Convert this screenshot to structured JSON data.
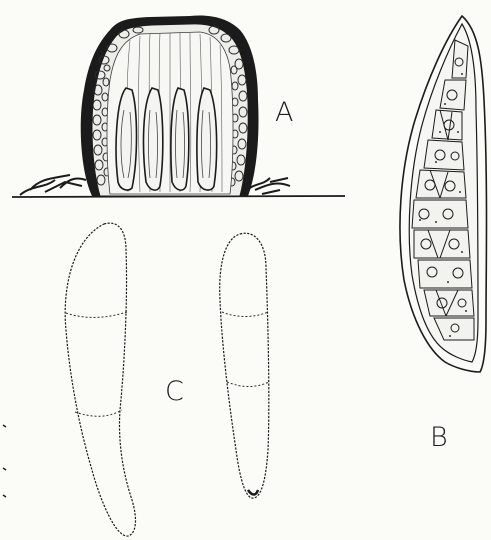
{
  "figure": {
    "labels": {
      "a": "A",
      "b": "B",
      "c": "C"
    },
    "panels": {
      "a": {
        "subject": "ascoma-section",
        "asci_count": 4
      },
      "b": {
        "subject": "single-ascus-with-ascospores"
      },
      "c": {
        "subject": "ascospores",
        "spore_count": 2,
        "septa_per_spore": 2
      }
    },
    "colors": {
      "ink": "#1b1b1b",
      "paper": "#fbfbf8",
      "stipple": "#6f6f6f"
    }
  }
}
